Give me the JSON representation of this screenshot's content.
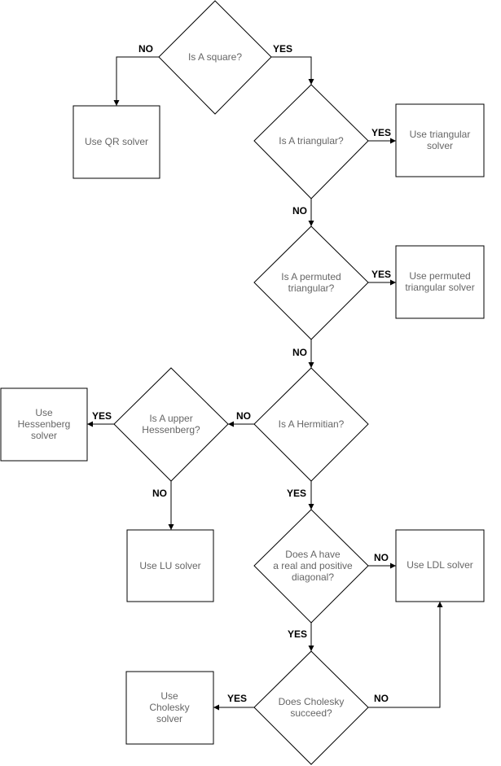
{
  "decisions": {
    "is_square": [
      "Is A square?"
    ],
    "is_triangular": [
      "Is A triangular?"
    ],
    "is_permuted_triangular": [
      "Is A permuted",
      "triangular?"
    ],
    "is_hermitian": [
      "Is A Hermitian?"
    ],
    "is_upper_hessenberg": [
      "Is A upper",
      "Hessenberg?"
    ],
    "has_positive_diagonal": [
      "Does A have",
      "a real and positive",
      "diagonal?"
    ],
    "cholesky_succeeds": [
      "Does Cholesky",
      "succeed?"
    ]
  },
  "outcomes": {
    "qr_solver": [
      "Use QR solver"
    ],
    "triangular_solver": [
      "Use triangular",
      "solver"
    ],
    "permuted_triangular_solver": [
      "Use permuted",
      "triangular solver"
    ],
    "hessenberg_solver": [
      "Use",
      "Hessenberg",
      "solver"
    ],
    "lu_solver": [
      "Use LU solver"
    ],
    "ldl_solver": [
      "Use LDL solver"
    ],
    "cholesky_solver": [
      "Use",
      "Cholesky",
      "solver"
    ]
  },
  "edge_labels": {
    "square_no": "NO",
    "square_yes": "YES",
    "triangular_yes": "YES",
    "triangular_no": "NO",
    "permuted_yes": "YES",
    "permuted_no": "NO",
    "hermitian_no": "NO",
    "hermitian_yes": "YES",
    "hessenberg_yes": "YES",
    "hessenberg_no": "NO",
    "diagonal_no": "NO",
    "diagonal_yes": "YES",
    "cholesky_yes": "YES",
    "cholesky_no": "NO"
  }
}
